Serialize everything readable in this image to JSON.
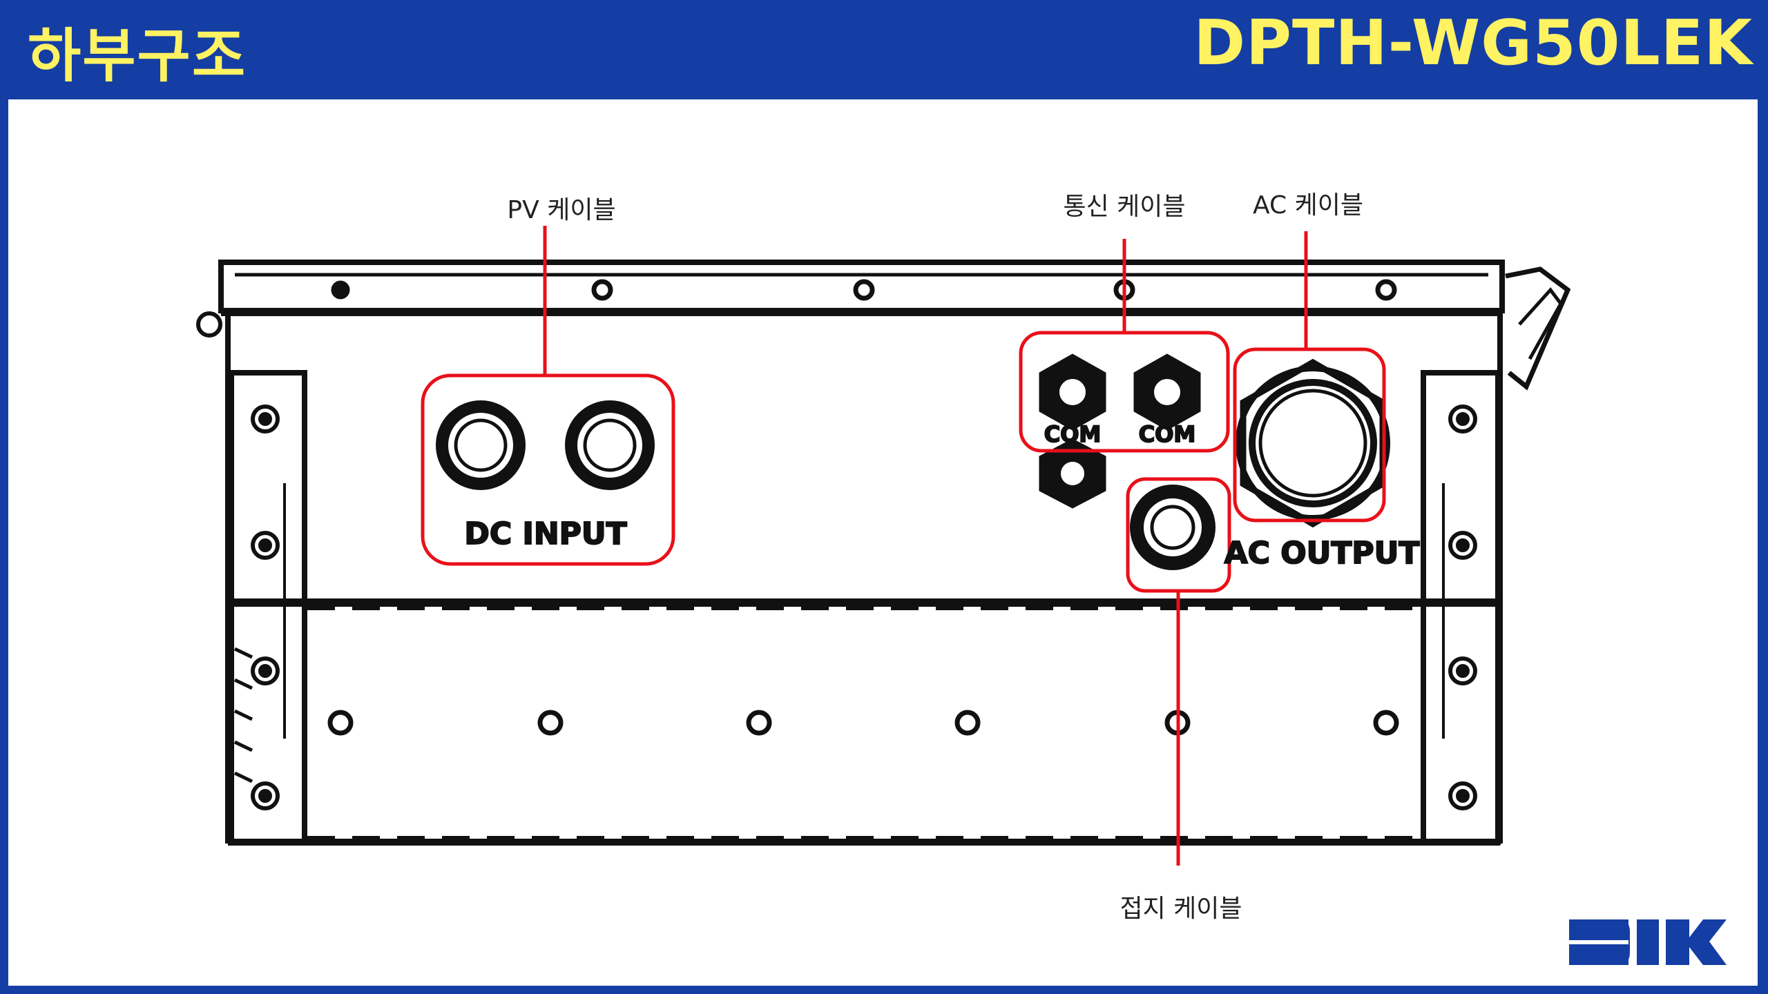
{
  "header": {
    "title": "하부구조",
    "model": "DPTH-WG50LEK"
  },
  "colors": {
    "header_bg": "#143ea3",
    "header_text": "#fff263",
    "highlight": "#e8101a",
    "line": "#111111"
  },
  "callouts": {
    "pv": "PV 케이블",
    "comm": "통신 케이블",
    "ac": "AC 케이블",
    "ground": "접지 케이블"
  },
  "device": {
    "dc_input": "DC INPUT",
    "com1": "COM",
    "com2": "COM",
    "ac_output": "AC OUTPUT"
  },
  "logo": "DIK"
}
